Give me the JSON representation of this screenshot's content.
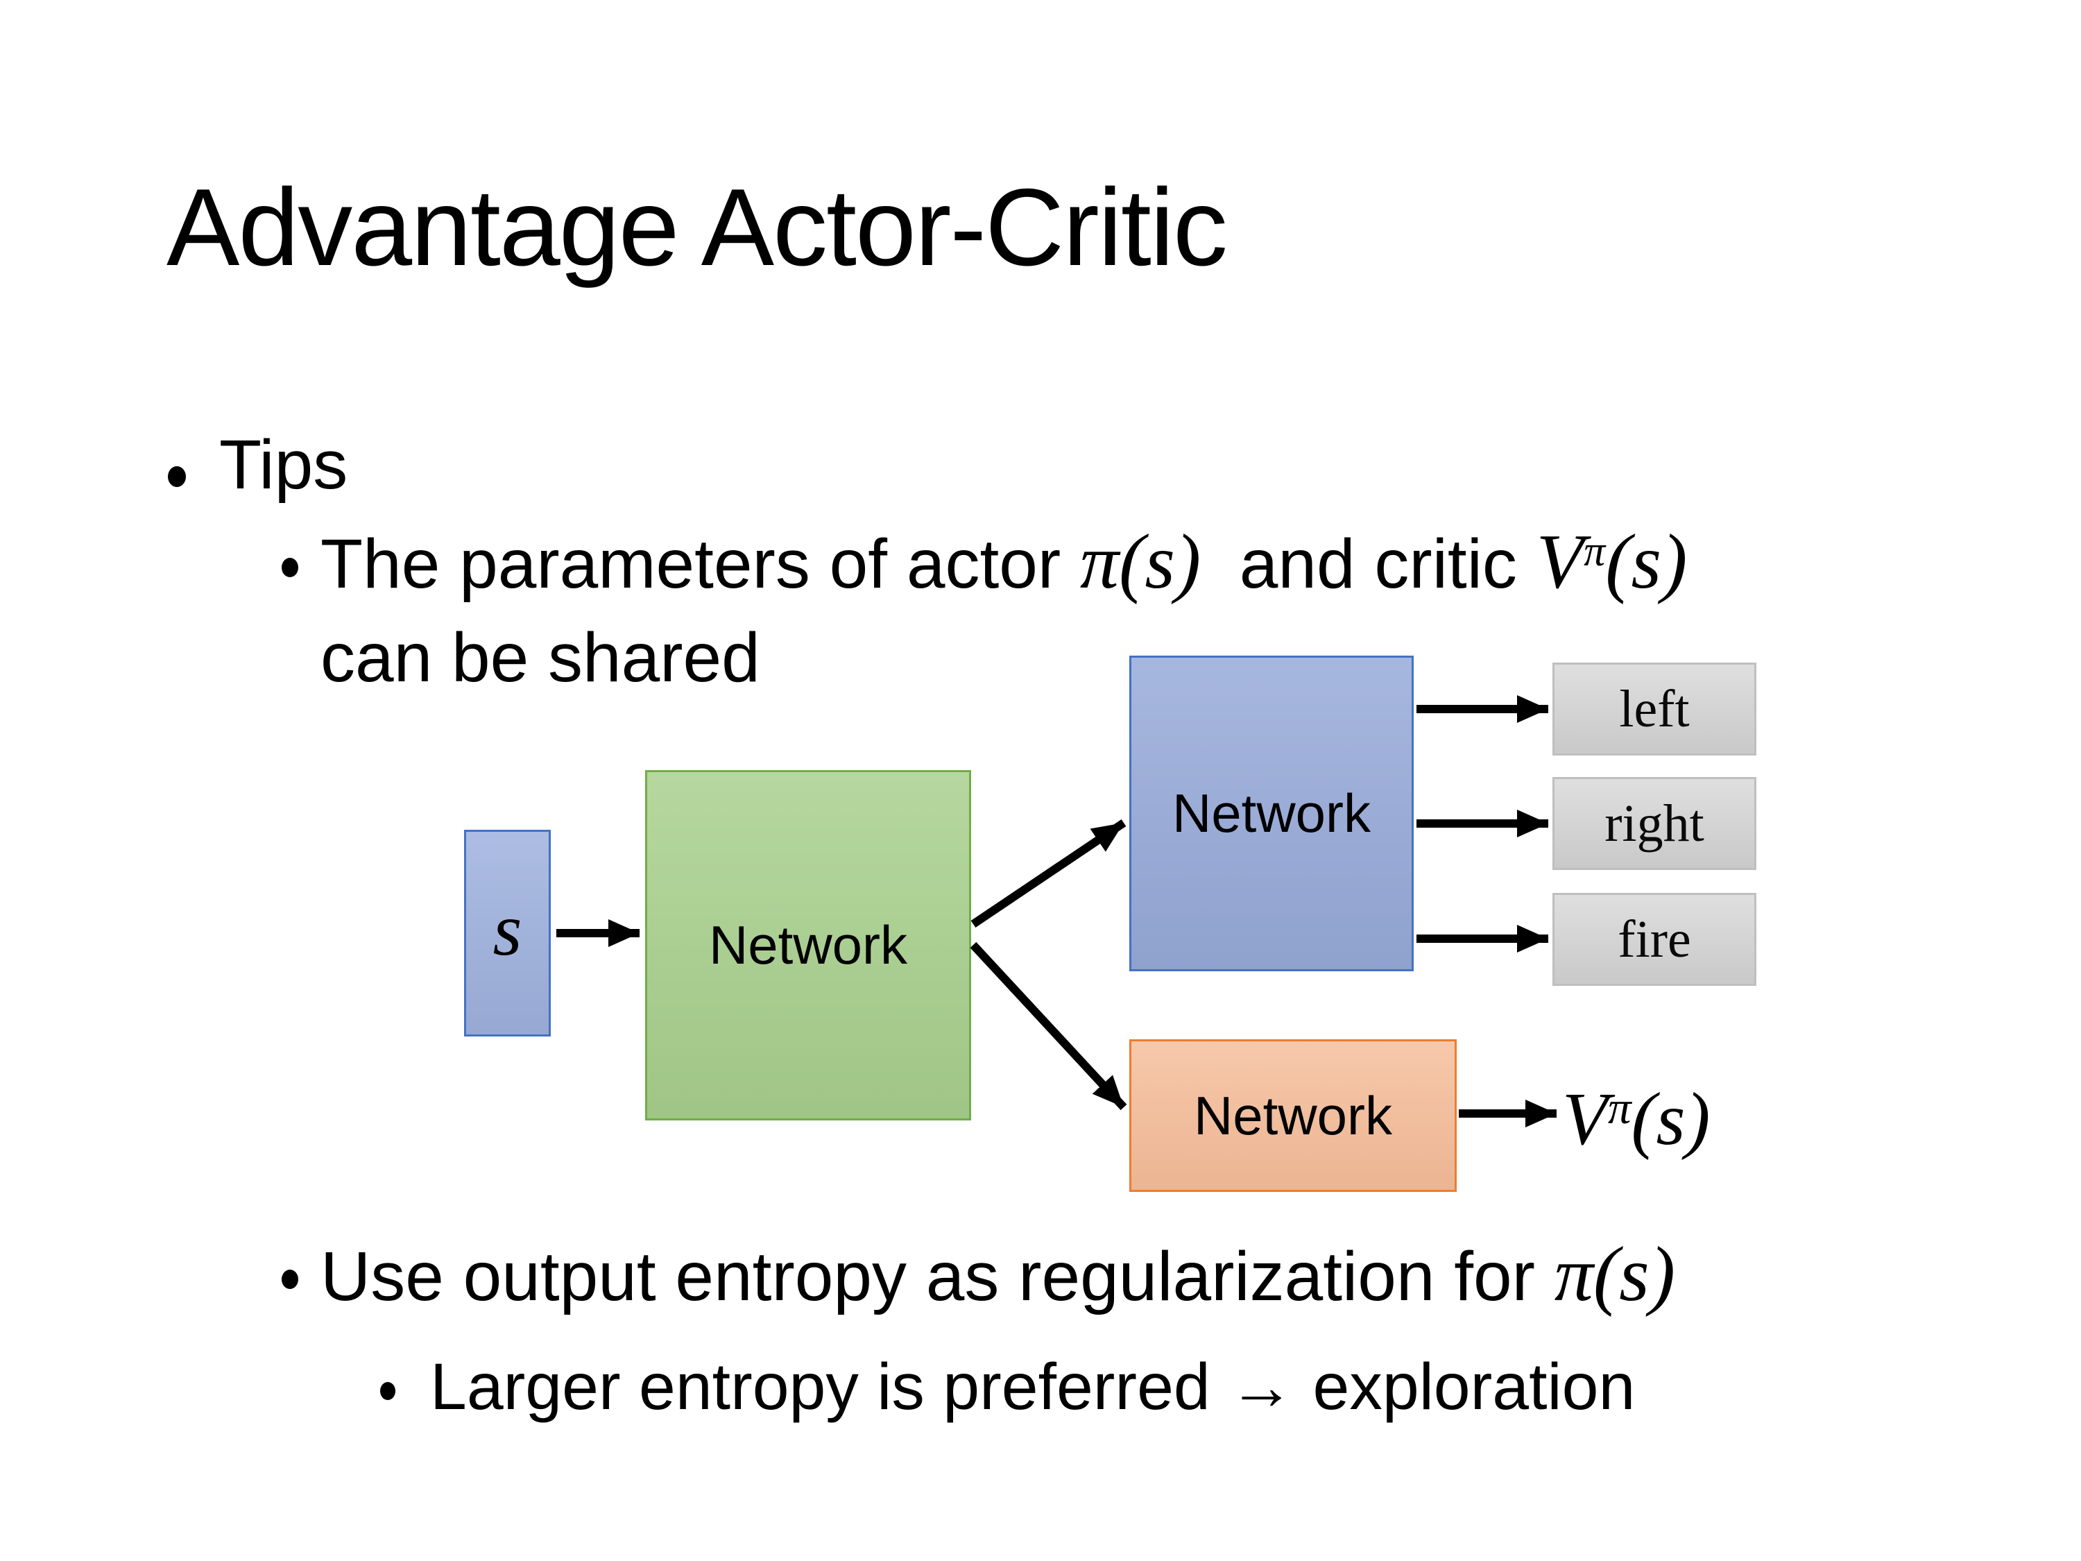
{
  "slide": {
    "title": "Advantage Actor-Critic",
    "bullets": {
      "tips": "Tips",
      "param_prefix": "The parameters of actor ",
      "param_pi": "π(s)",
      "param_mid": "  and critic ",
      "param_v": "V",
      "param_v_sup": "π",
      "param_v_args": "(s)",
      "param_line2": "can be shared",
      "entropy_prefix": "Use output entropy as regularization for ",
      "entropy_pi": "π(s)",
      "exploration": "Larger entropy is preferred → exploration"
    },
    "diagram": {
      "state_label": "s",
      "shared_network": "Network",
      "actor_network": "Network",
      "critic_network": "Network",
      "actions": [
        "left",
        "right",
        "fire"
      ],
      "value_v": "V",
      "value_sup": "π",
      "value_args": "(s)",
      "colors": {
        "state_fill": "#9FB2DE",
        "state_border": "#4472C4",
        "shared_fill": "#A8D08D",
        "shared_border": "#70AD47",
        "actor_fill": "#98ABDA",
        "actor_border": "#4472C4",
        "critic_fill": "#F5BC98",
        "critic_border": "#ED7D31",
        "action_fill": "#D4D4D4",
        "action_border": "#BFBFBF",
        "arrow": "#000000"
      }
    }
  }
}
